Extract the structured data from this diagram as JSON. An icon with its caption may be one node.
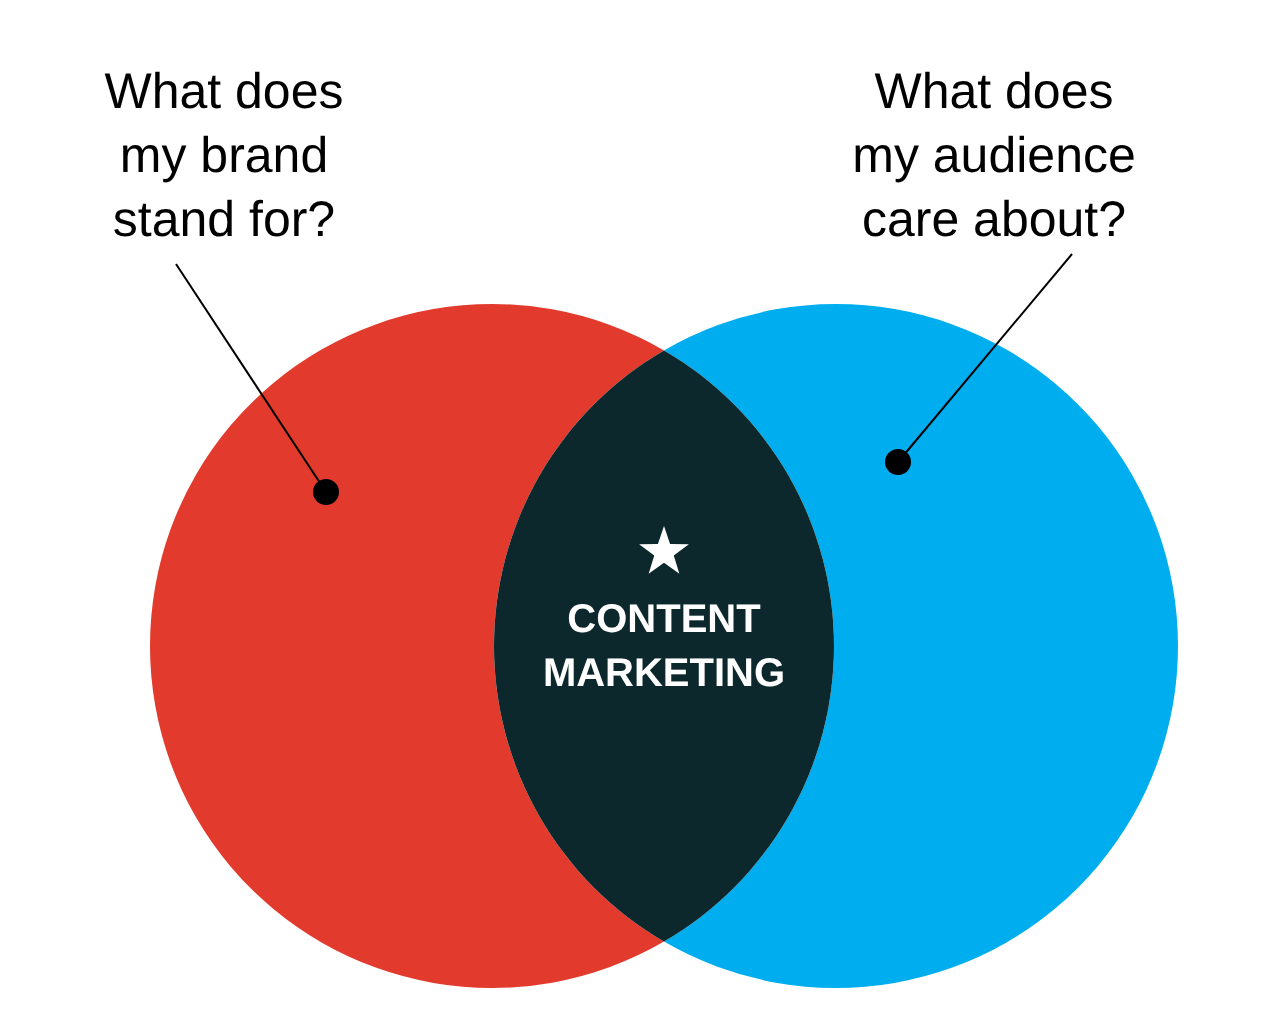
{
  "diagram": {
    "nodes": [
      {
        "text": [
          "What does my brand stand for?"
        ]
      },
      {
        "text": [],
        "shape": "circle"
      },
      {
        "text": [
          "What does my audience care about?"
        ]
      },
      {
        "text": [],
        "shape": "circle"
      },
      {
        "text": [
          "CONTENT MARKETING"
        ]
      }
    ],
    "edges": [
      {
        "from": 0,
        "to": 1,
        "arrow": "other"
      },
      {
        "from": 2,
        "to": 3,
        "arrow": "other"
      }
    ]
  }
}
